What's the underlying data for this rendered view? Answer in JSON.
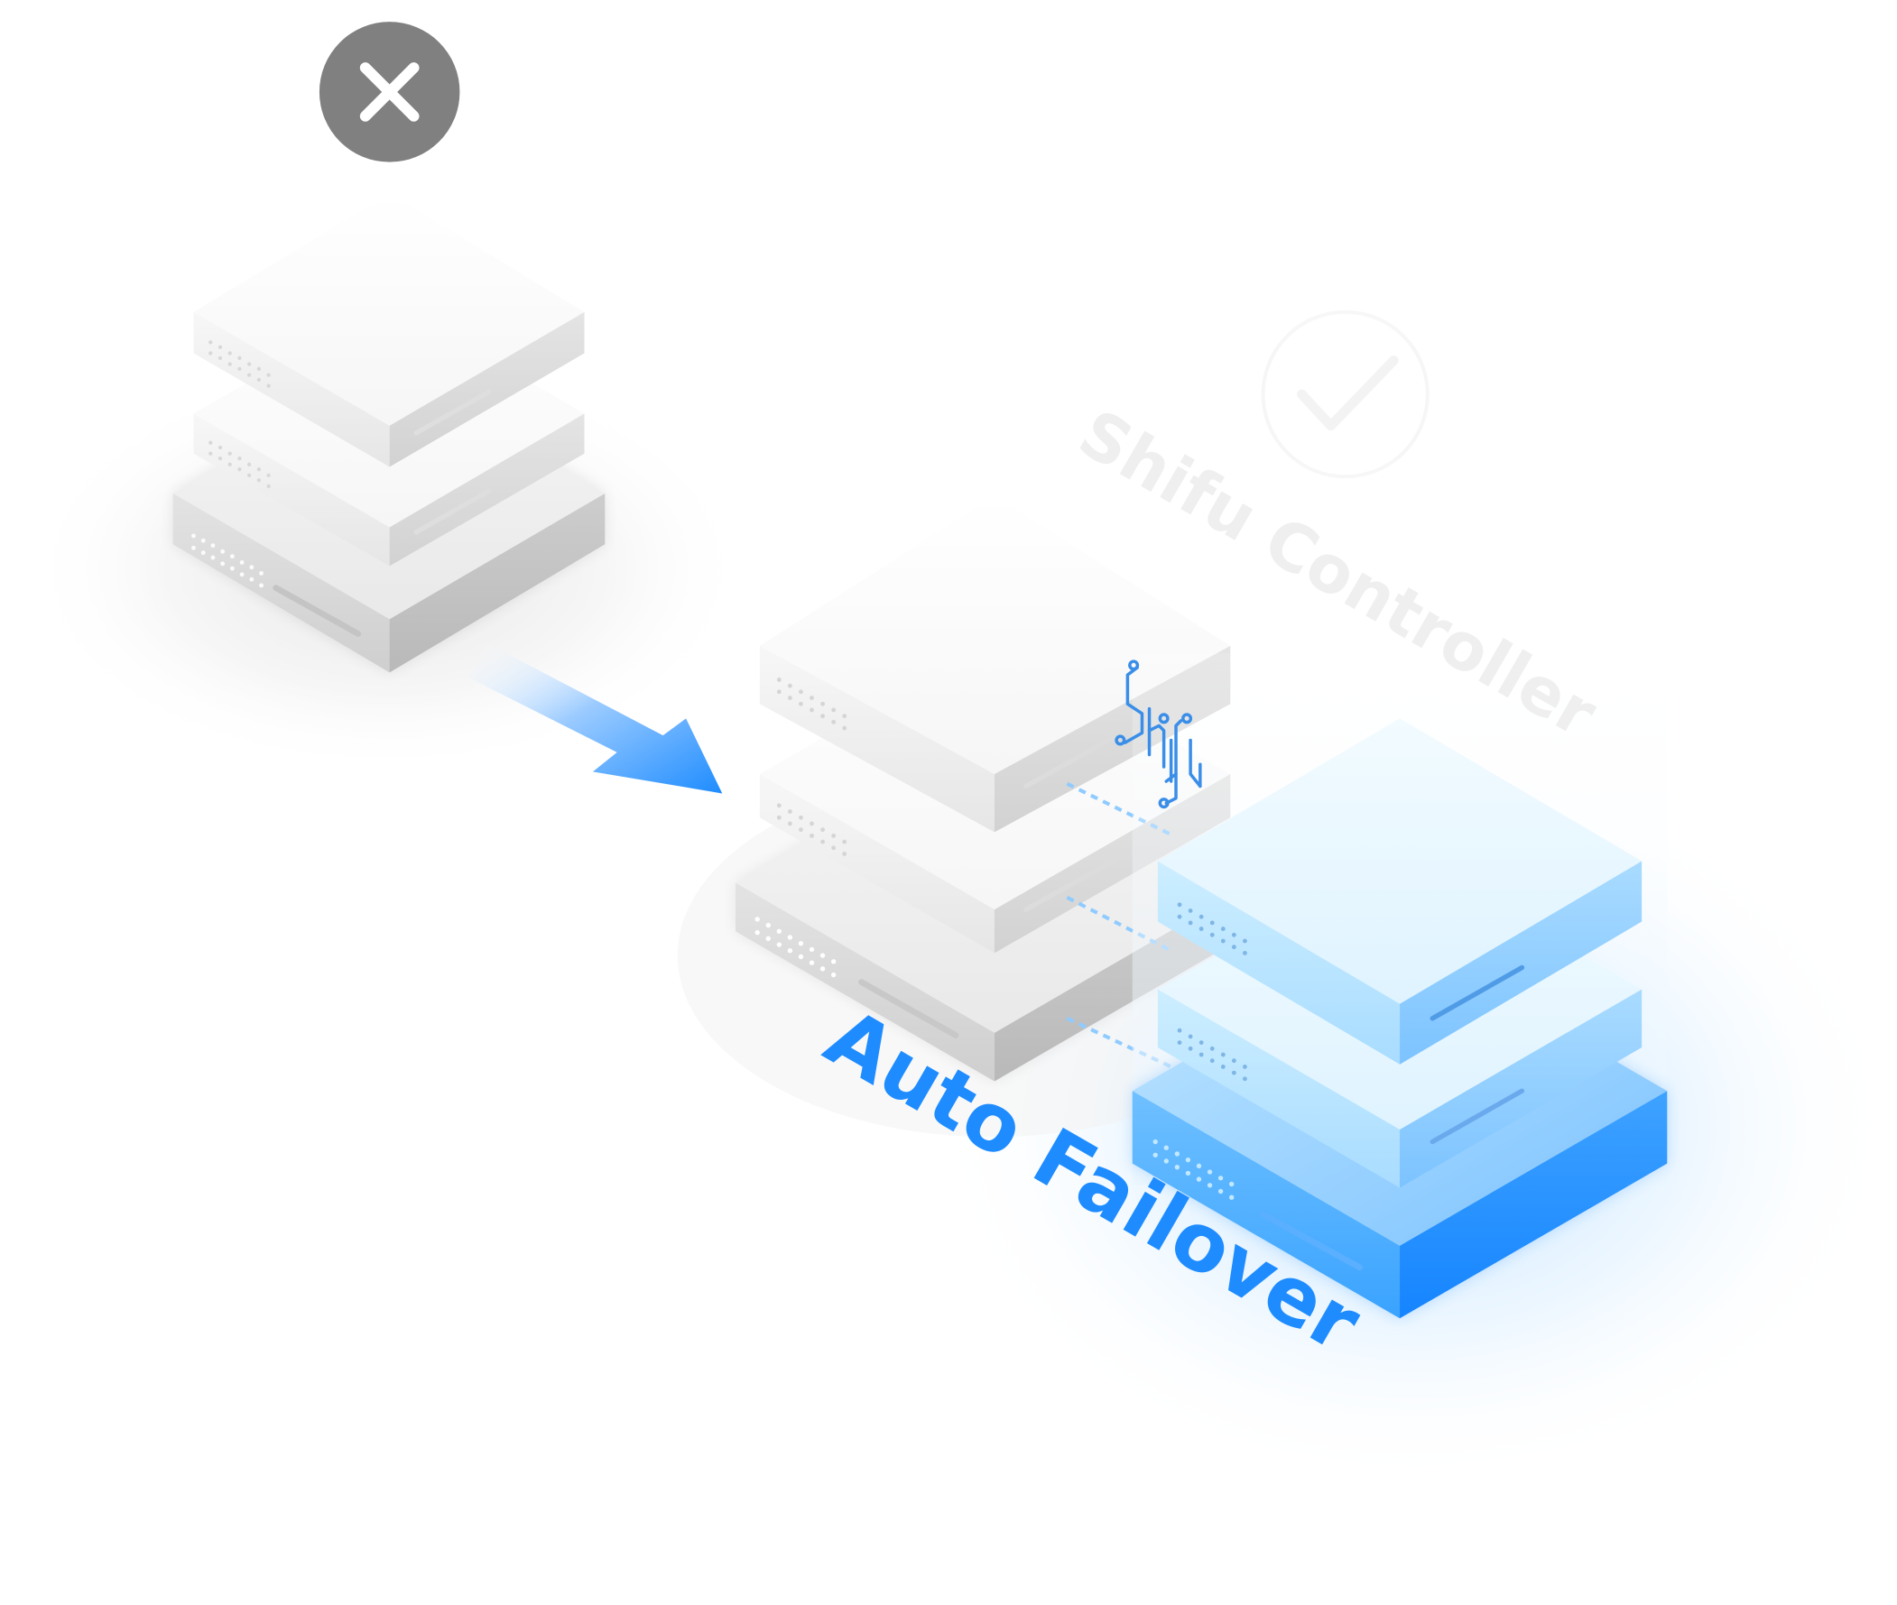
{
  "diagram": {
    "failover_label": "Auto Failover",
    "controller_label": "Shifu Controller",
    "logo_text": "Shifu"
  },
  "colors": {
    "failed_badge": "#808080",
    "accent_blue": "#1E8CFF",
    "light_blue": "#BEE6FF",
    "gray_server": "#D9D9D9"
  },
  "icons": {
    "failed": "close-icon",
    "ok": "check-icon",
    "transfer": "arrow-icon"
  }
}
